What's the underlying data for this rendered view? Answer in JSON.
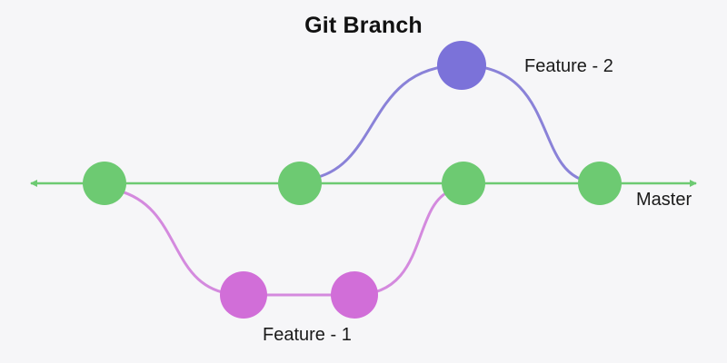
{
  "title": "Git Branch",
  "labels": {
    "master": "Master",
    "feature1": "Feature - 1",
    "feature2": "Feature - 2"
  },
  "colors": {
    "background": "#f6f6f8",
    "text": "#1a1a1a",
    "green": "#6dca72",
    "green_line": "#6dca72",
    "purple": "#7b72d9",
    "purple_line": "#8a82d8",
    "pink": "#d16ed8",
    "pink_line": "#d48ade"
  },
  "diagram": {
    "type": "git-graph",
    "branches": [
      {
        "name": "Master",
        "color": "#6dca72",
        "commit_count": 4,
        "orientation": "horizontal-center",
        "arrows": "both-ends"
      },
      {
        "name": "Feature - 2",
        "color": "#7b72d9",
        "commit_count": 1,
        "position": "above-master",
        "branches_from": "master-commit-2",
        "merges_into": "master-commit-4"
      },
      {
        "name": "Feature - 1",
        "color": "#d16ed8",
        "commit_count": 2,
        "position": "below-master",
        "branches_from": "master-commit-1",
        "merges_into": "master-commit-3"
      }
    ]
  }
}
